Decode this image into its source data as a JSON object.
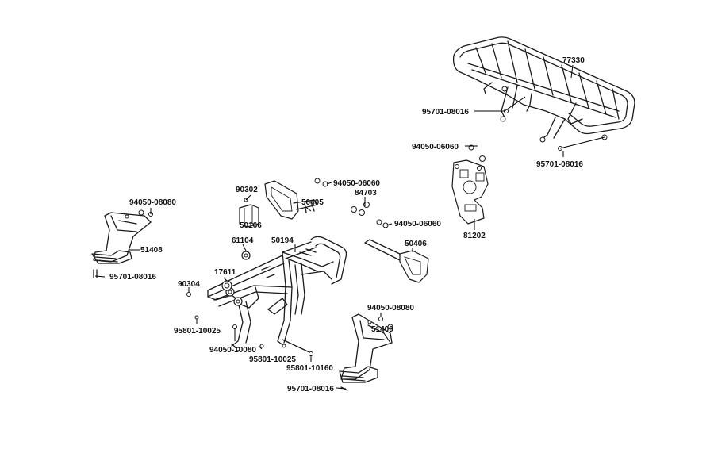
{
  "diagram": {
    "labels": {
      "p77330": "77330",
      "p95701_top": "95701-08016",
      "p95701_right": "95701-08016",
      "p94050_06060_a": "94050-06060",
      "p94050_06060_b": "94050-06060",
      "p94050_06060_c": "94050-06060",
      "p84703": "84703",
      "p90302": "90302",
      "p50405": "50405",
      "p50166": "50166",
      "p81202": "81202",
      "p94050_08080_left": "94050-08080",
      "p51408": "51408",
      "p95701_left": "95701-08016",
      "p61104": "61104",
      "p50194": "50194",
      "p50406": "50406",
      "p17611": "17611",
      "p90304": "90304",
      "p94050_08080_bottom": "94050-08080",
      "p51409": "51409",
      "p95801_10025_a": "95801-10025",
      "p94050_10080": "94050-10080",
      "p95801_10025_b": "95801-10025",
      "p95801_10160": "95801-10160",
      "p95701_bottom": "95701-08016"
    }
  }
}
